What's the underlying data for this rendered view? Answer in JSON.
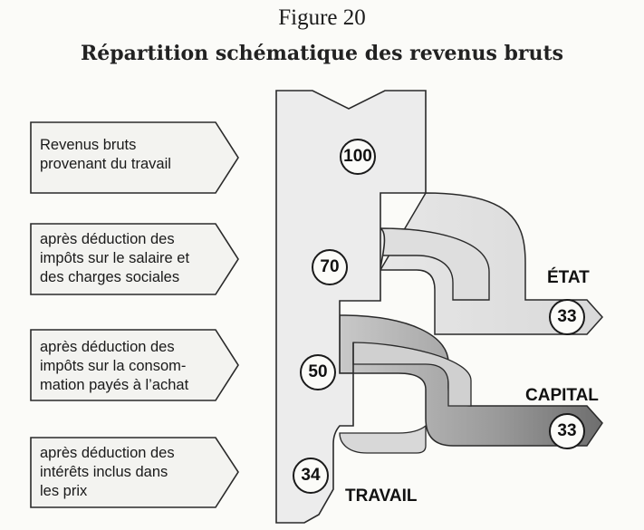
{
  "figure_label": "Figure 20",
  "title": "Répartition schématique des revenus bruts",
  "steps": [
    {
      "text": "Revenus bruts\nprovenant du travail",
      "value": "100"
    },
    {
      "text": "après déduction des\nimpôts sur le salaire et\ndes charges sociales",
      "value": "70"
    },
    {
      "text": "après déduction des\nimpôts sur la consom-\nmation payés à l’achat",
      "value": "50"
    },
    {
      "text": "après déduction des\nintérêts inclus dans\nles prix",
      "value": "34"
    }
  ],
  "outputs": [
    {
      "label": "ÉTAT",
      "value": "33"
    },
    {
      "label": "CAPITAL",
      "value": "33"
    },
    {
      "label": "TRAVAIL"
    }
  ]
}
